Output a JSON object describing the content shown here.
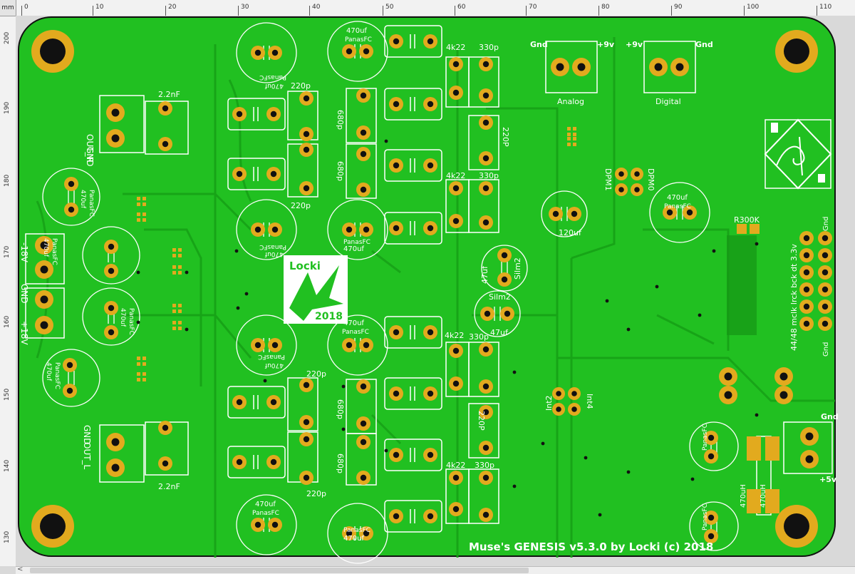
{
  "ruler": {
    "unit": "mm",
    "top_ticks": [
      "0",
      "10",
      "20",
      "30",
      "40",
      "50",
      "60",
      "70",
      "80",
      "90",
      "100",
      "110"
    ],
    "left_ticks": [
      "200",
      "190",
      "180",
      "170",
      "160",
      "150",
      "140",
      "130"
    ]
  },
  "colors": {
    "board": "#21c021",
    "board_dark": "#159815",
    "pad": "#e2aa1e",
    "silk": "#ffffff",
    "outline": "#111111"
  },
  "board": {
    "footer": "Muse's GENESIS  v5.3.0 by Locki (c) 2018",
    "logo_text": "Locki",
    "logo_year": "2018",
    "connectors": {
      "out_r": "OUT_R",
      "gnd": "GND",
      "out_l": "OUT_L",
      "minus18": "-18V",
      "plus18": "+18V",
      "gnd_mid": "GND",
      "analog": "Analog",
      "digital": "Digital",
      "gnd_a": "Gnd",
      "plus9_a": "+9v",
      "plus9_d": "+9v",
      "gnd_d": "Gnd",
      "gnd_pwr": "Gnd",
      "plus5": "+5v"
    },
    "caps": {
      "c470": "470uf",
      "panasfc": "PanasFC",
      "c120": "120uf",
      "c47": "47uf",
      "silm2": "Silm2",
      "c2n2": "2.2nF",
      "c220p": "220p",
      "c680p": "680p",
      "c330p": "330p",
      "c220P": "220P",
      "r4k22": "4k22",
      "c470h": "470uH",
      "r300k": "R300K"
    },
    "modules": {
      "dpm1": "DPM1",
      "dpm0": "DPM0",
      "int2": "Int2",
      "int4": "Int4",
      "header_side": "44/48 mclk lrck bck dt 3.3v",
      "gnd_top": "Gnd",
      "gnd_bottom": "Gnd"
    }
  }
}
